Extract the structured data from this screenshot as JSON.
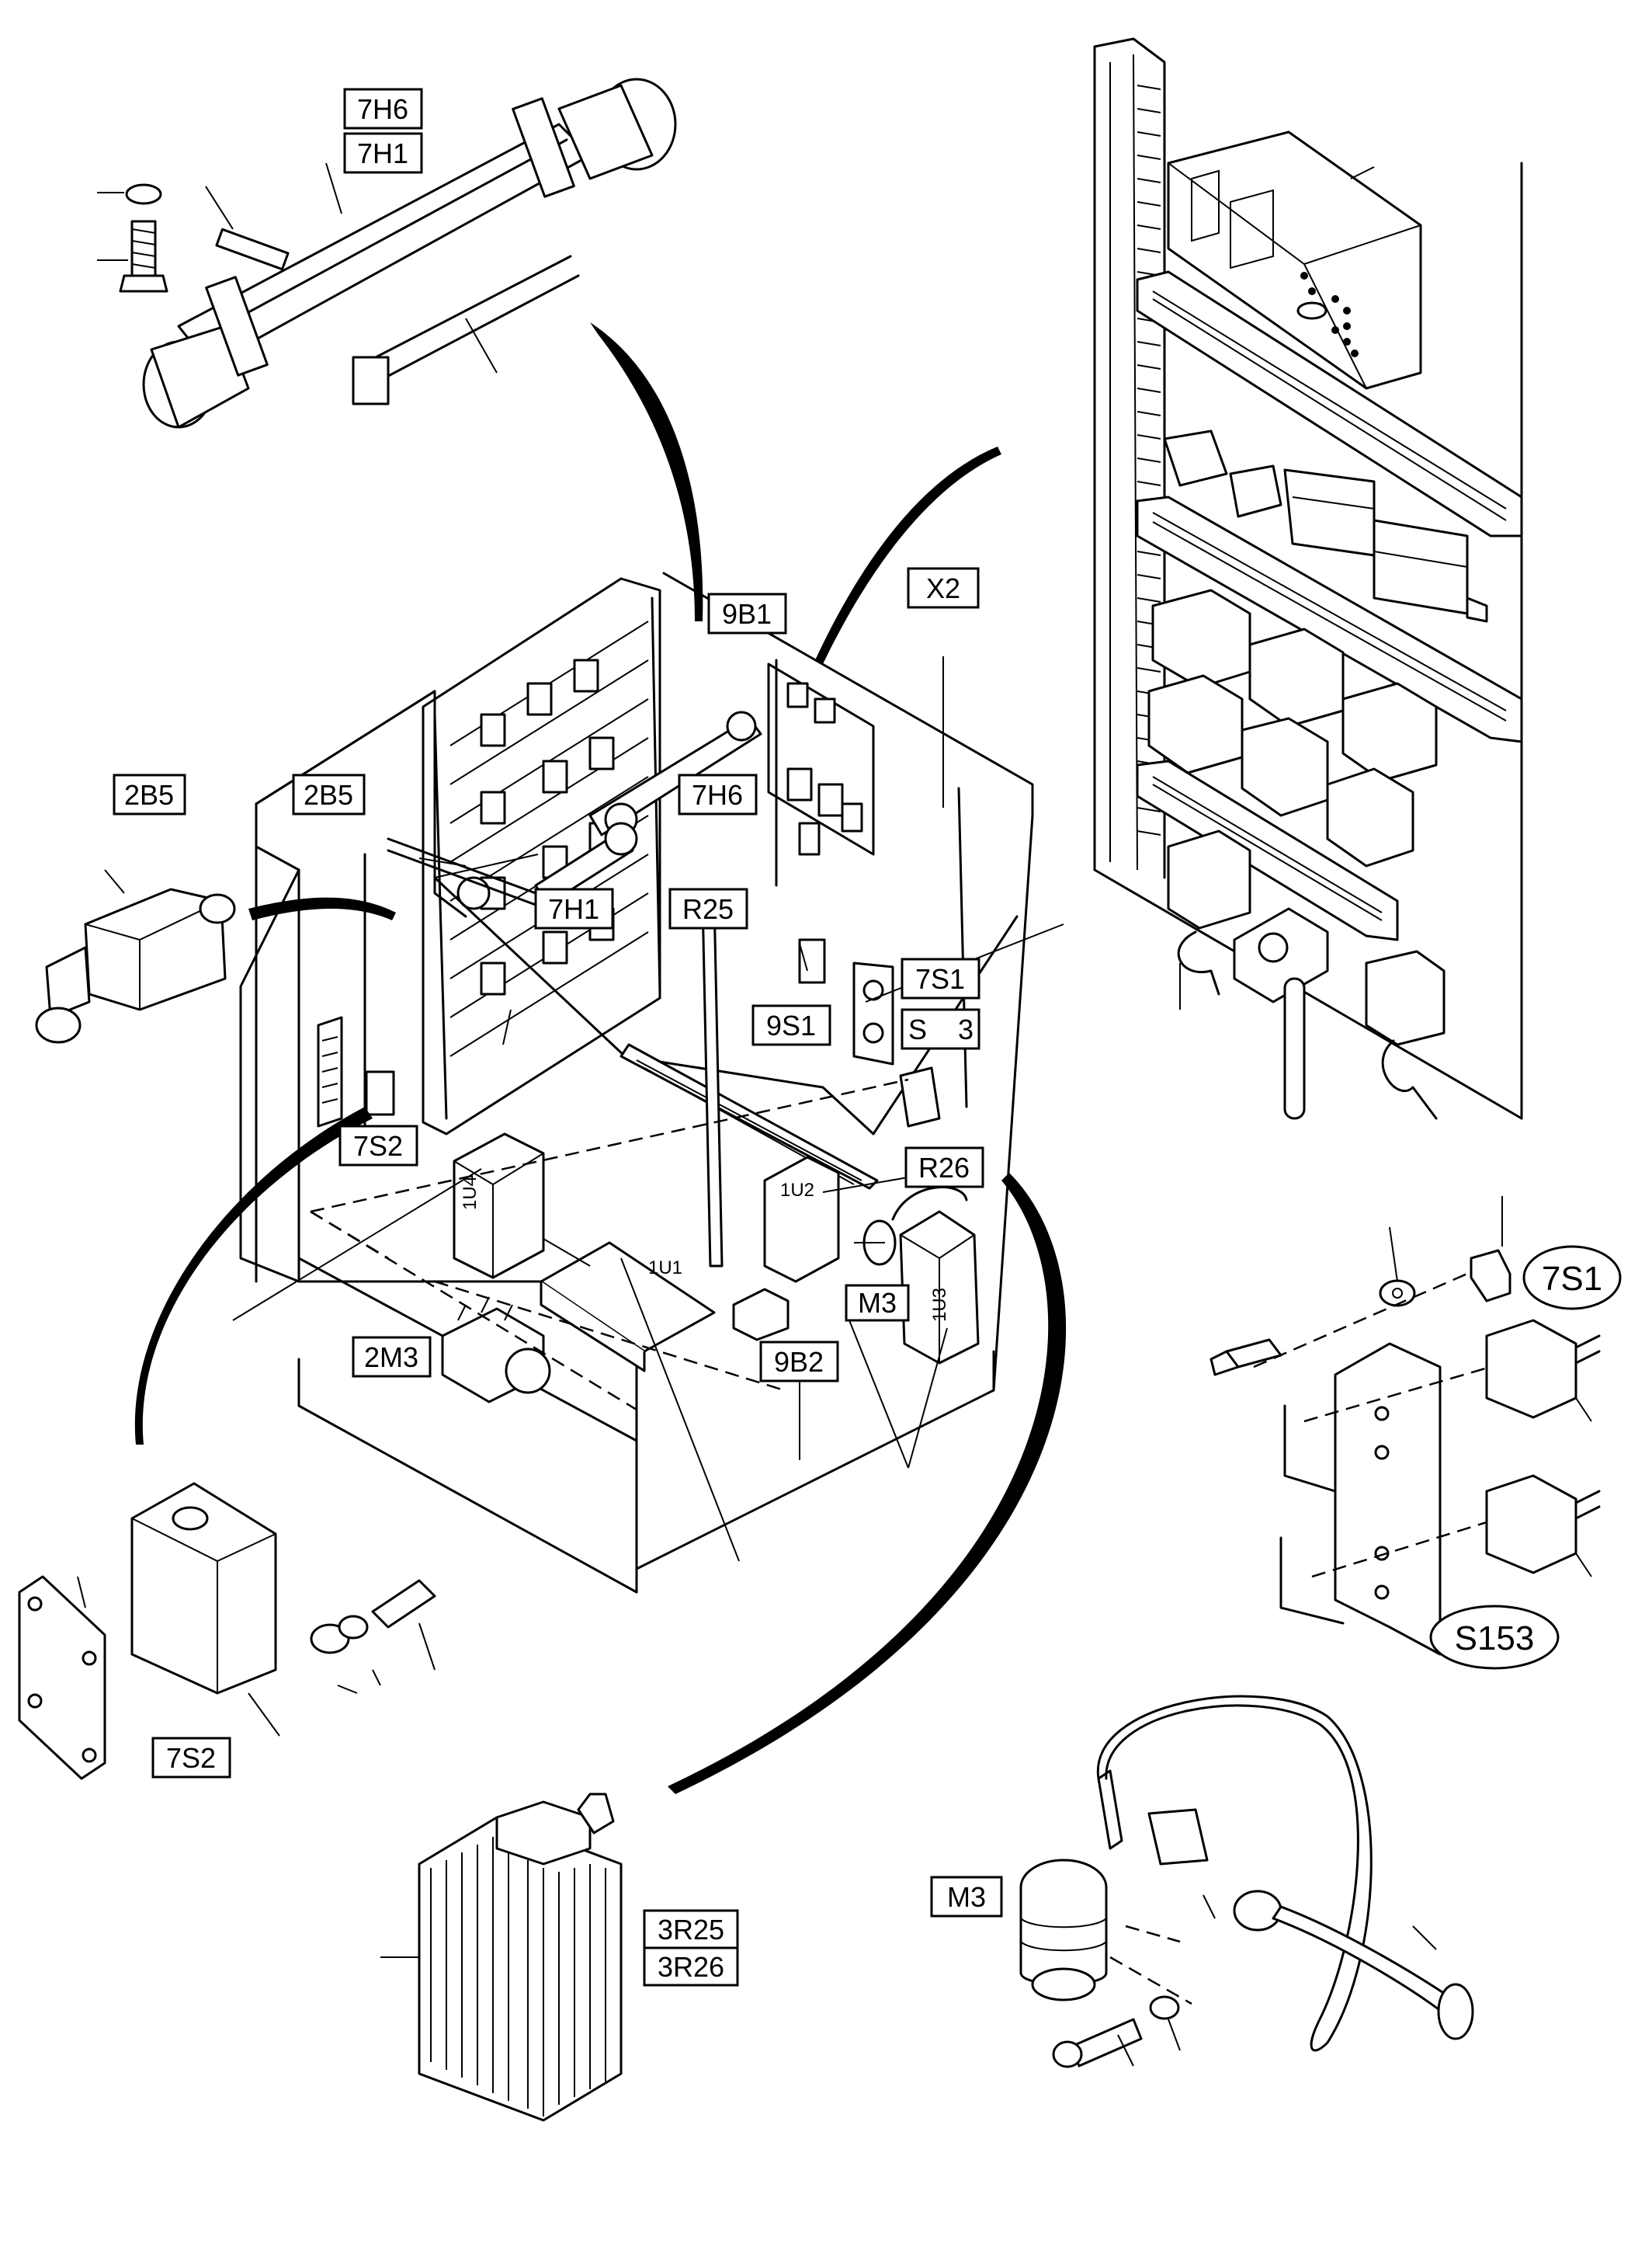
{
  "labels": {
    "h6_top": "7H6",
    "h1_top": "7H1",
    "b1": "9B1",
    "x2": "X2",
    "b5_left": "2B5",
    "b5_mid": "2B5",
    "h6_mid": "7H6",
    "h1_mid": "7H1",
    "r25": "R25",
    "s1_mid": "7S1",
    "s9": "9S1",
    "s_3": "S    3",
    "s2_mid": "7S2",
    "r26": "R26",
    "u4": "1U4",
    "u2": "1U2",
    "u1": "1U1",
    "m3_mid": "M3",
    "u3": "1U3",
    "m2": "2M3",
    "b2": "9B2",
    "s1_right": "7S1",
    "s153": "S153",
    "s2_bottom": "7S2",
    "r25_bottom": "3R25",
    "r26_bottom": "3R26",
    "m3_bottom": "M3"
  }
}
